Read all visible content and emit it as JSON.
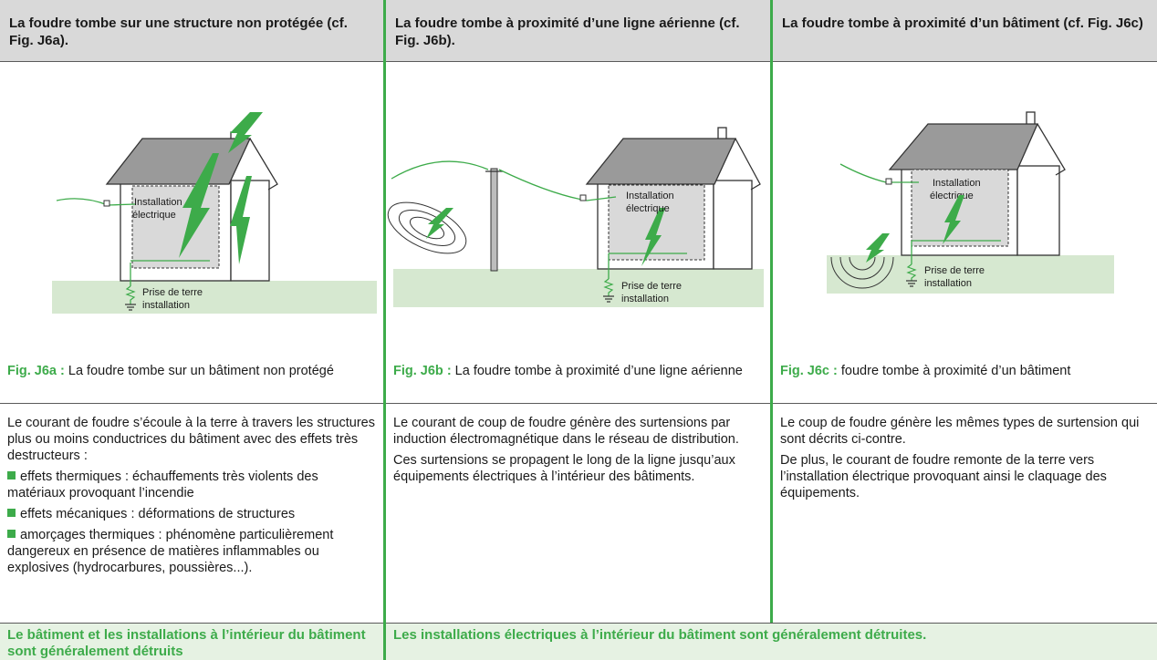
{
  "columns": [
    {
      "header": "La foudre tombe sur une structure non protégée (cf. Fig. J6a).",
      "figure": {
        "label_installation": [
          "Installation",
          "électrique"
        ],
        "label_earth": [
          "Prise de terre",
          "installation"
        ]
      },
      "caption": {
        "label": "Fig. J6a :",
        "text": " La foudre tombe sur un bâtiment non protégé"
      },
      "paragraphs": [
        "Le courant de foudre s’écoule à la terre à travers les structures plus ou moins conductrices du bâtiment avec des effets très destructeurs :"
      ],
      "bullets": [
        "effets thermiques : échauffements très violents des matériaux provoquant l’incendie",
        "effets mécaniques : déformations de structures",
        "amorçages thermiques : phénomène particulièrement dangereux en présence de matières inflammables ou explosives (hydrocarbures, poussières...)."
      ]
    },
    {
      "header": "La foudre tombe à proximité d’une ligne aérienne (cf. Fig. J6b).",
      "figure": {
        "label_installation": [
          "Installation",
          "électrique"
        ],
        "label_earth": [
          "Prise de terre",
          "installation"
        ]
      },
      "caption": {
        "label": "Fig. J6b :",
        "text": " La foudre tombe à proximité d’une ligne aérienne"
      },
      "paragraphs": [
        "Le courant de coup de foudre génère des surtensions par induction électromagnétique dans le réseau de distribution.",
        "Ces surtensions se propagent le long de la ligne jusqu’aux équipements électriques à l’intérieur des bâtiments."
      ]
    },
    {
      "header": "La foudre tombe à proximité d’un bâtiment (cf. Fig. J6c)",
      "figure": {
        "label_installation": [
          "Installation",
          "électrique"
        ],
        "label_earth": [
          "Prise de terre",
          "installation"
        ]
      },
      "caption": {
        "label": "Fig. J6c :",
        "text": " foudre tombe à proximité d’un bâtiment"
      },
      "paragraphs": [
        "Le coup de foudre génère les mêmes types de surtension qui sont décrits ci-contre.",
        "De plus, le courant de foudre remonte de la terre vers l’installation électrique provoquant ainsi le claquage des équipements."
      ]
    }
  ],
  "footer": {
    "left": "Le bâtiment et les installations à l’intérieur du bâtiment sont généralement détruits",
    "right": "Les installations électriques à l’intérieur du bâtiment sont généralement détruites."
  },
  "colors": {
    "accent": "#3dab4a",
    "header_bg": "#d9d9d9",
    "ground": "#d6e8d0",
    "footer_bg": "#e6f2e3"
  }
}
